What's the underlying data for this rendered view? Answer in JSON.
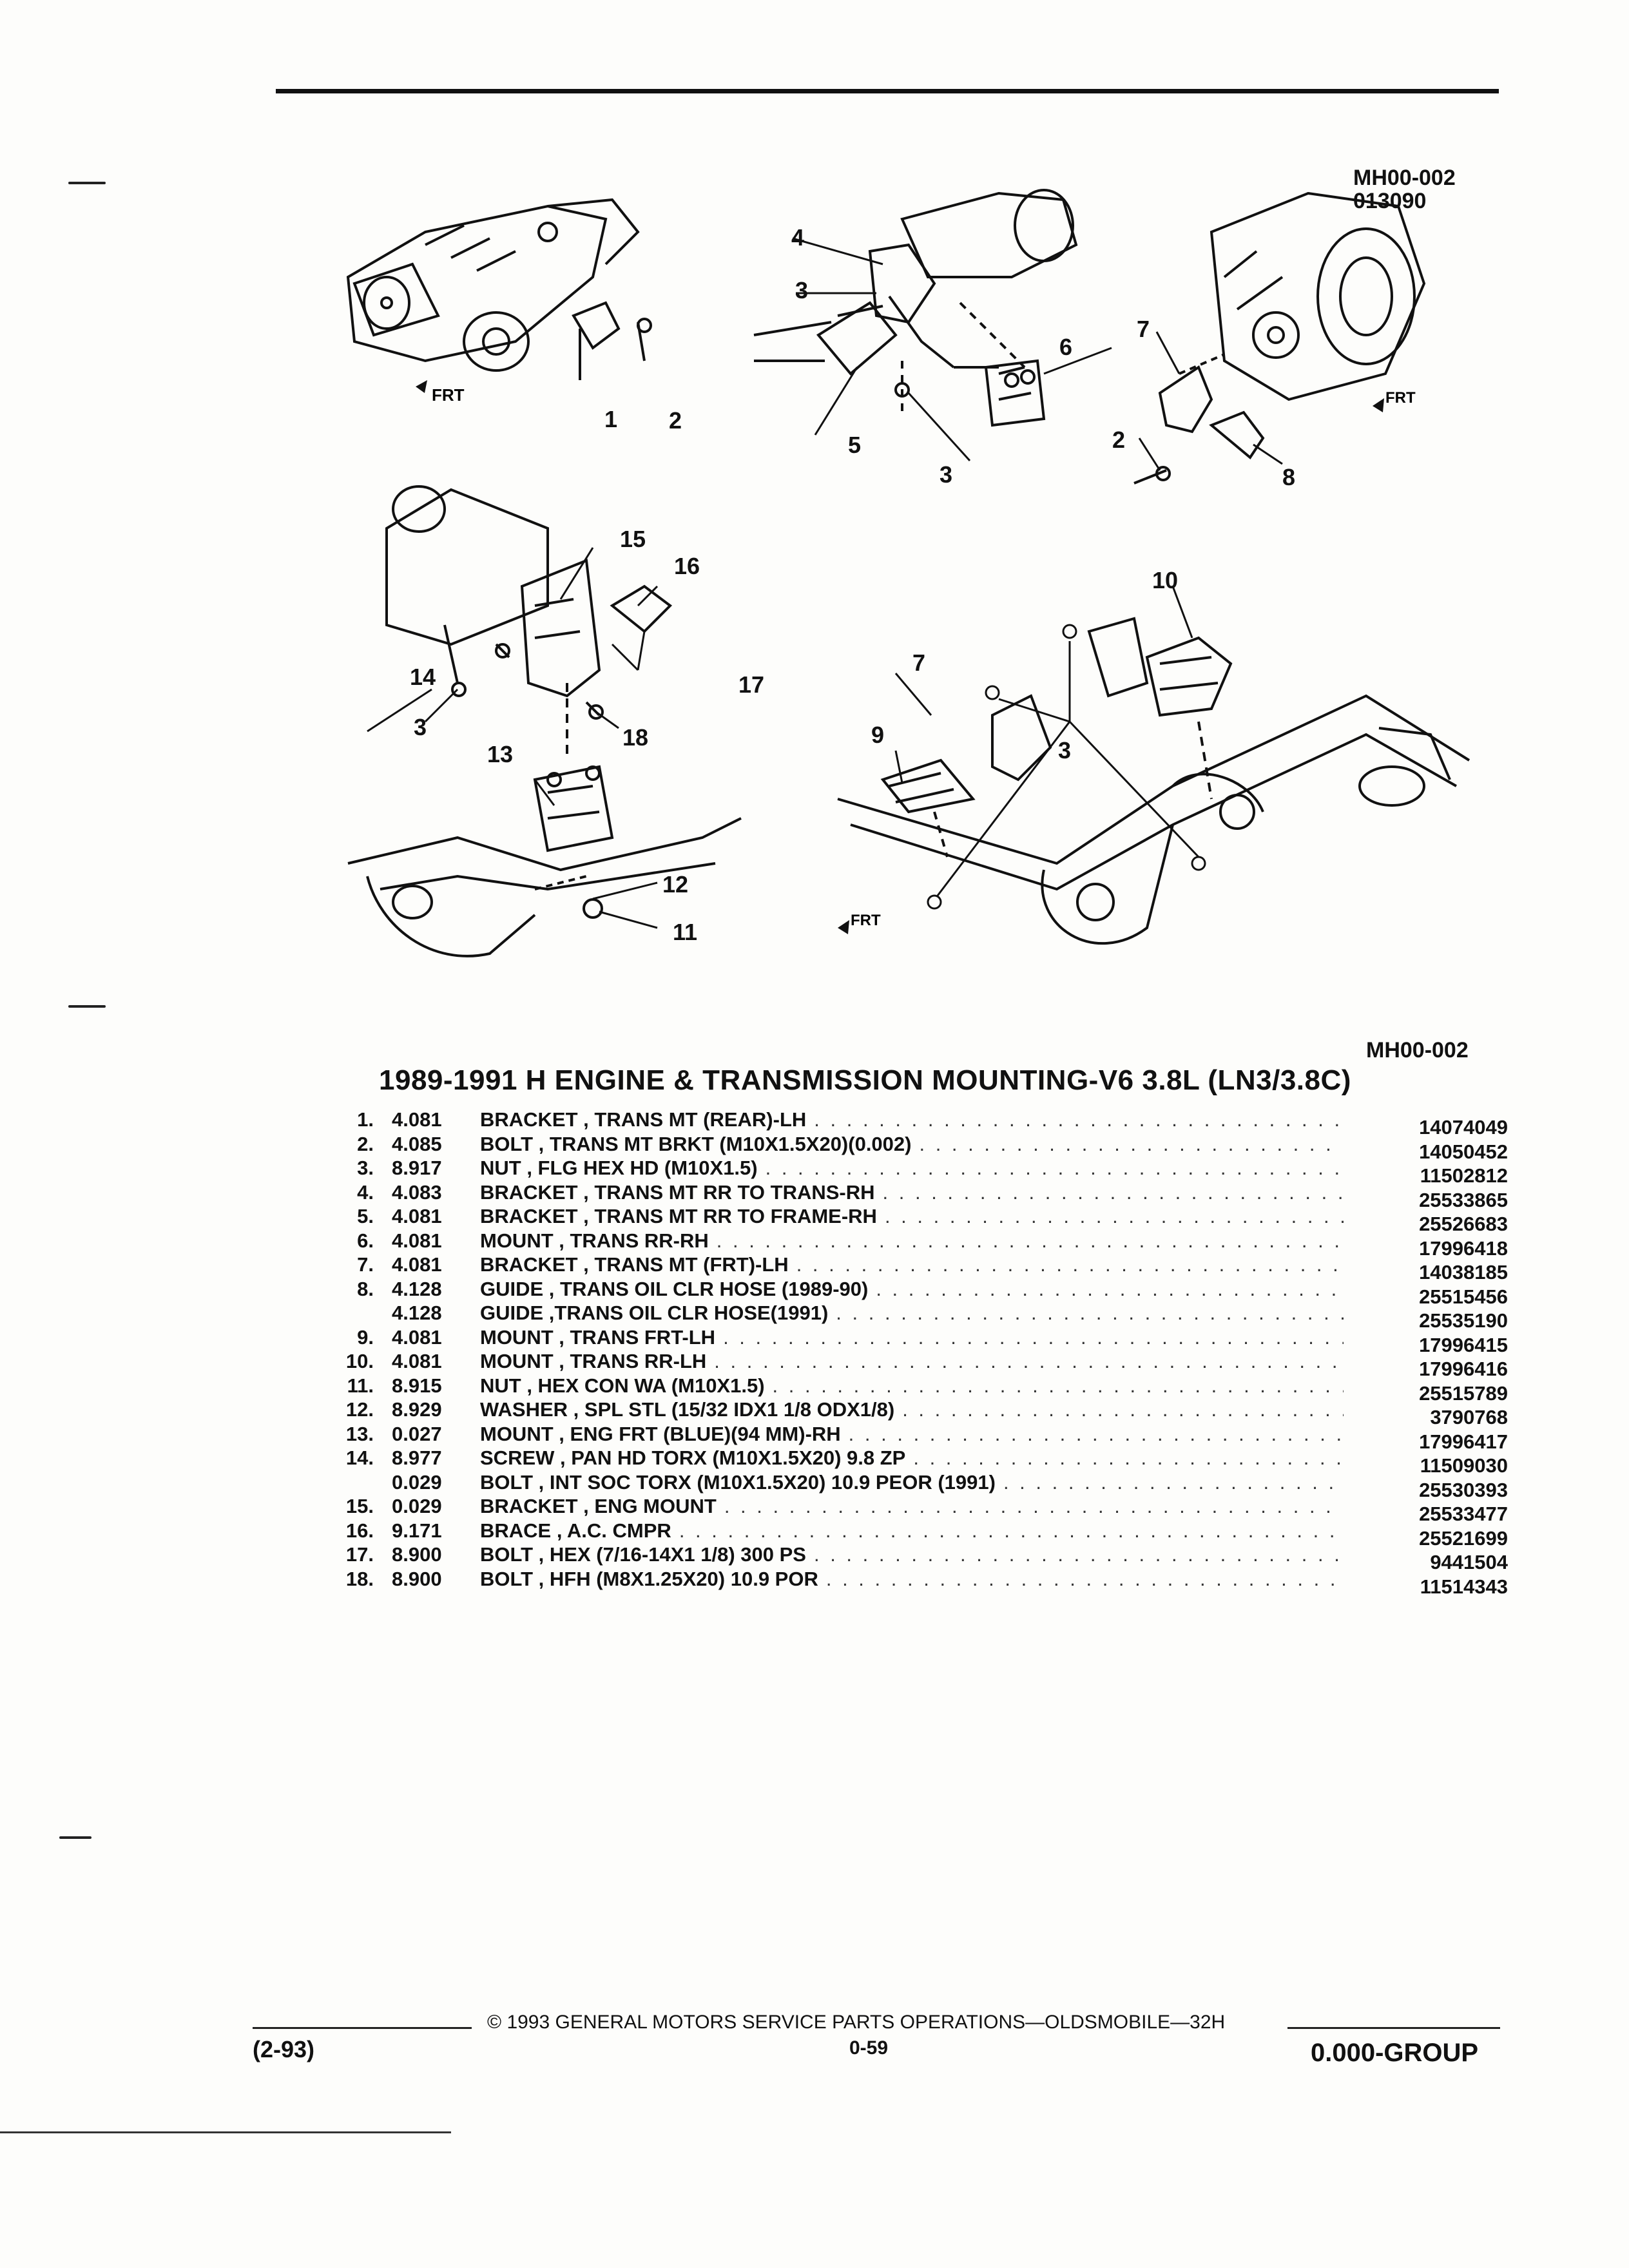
{
  "header": {
    "diagram_ref_line1": "MH00-002",
    "diagram_ref_line2": "013090",
    "diagram_ref_bottom": "MH00-002"
  },
  "diagrams": {
    "frt_label": "FRT",
    "top_left_callouts": [
      "1",
      "2"
    ],
    "top_middle_callouts": [
      "4",
      "3",
      "6",
      "5",
      "3"
    ],
    "top_right_callouts": [
      "7",
      "2",
      "8"
    ],
    "middle_left_callouts": [
      "15",
      "16",
      "14",
      "17",
      "3",
      "18",
      "13",
      "12",
      "11"
    ],
    "middle_right_callouts": [
      "10",
      "7",
      "9",
      "3"
    ]
  },
  "section": {
    "title": "1989-1991 H ENGINE & TRANSMISSION MOUNTING-V6 3.8L (LN3/3.8C)"
  },
  "parts": [
    {
      "num": "1.",
      "code": "4.081",
      "desc": "BRACKET , TRANS MT (REAR)-LH",
      "pn": "14074049"
    },
    {
      "num": "2.",
      "code": "4.085",
      "desc": "BOLT , TRANS MT BRKT (M10X1.5X20)(0.002)",
      "pn": "14050452"
    },
    {
      "num": "3.",
      "code": "8.917",
      "desc": "NUT , FLG HEX HD (M10X1.5)",
      "pn": "11502812"
    },
    {
      "num": "4.",
      "code": "4.083",
      "desc": "BRACKET , TRANS MT RR TO TRANS-RH",
      "pn": "25533865"
    },
    {
      "num": "5.",
      "code": "4.081",
      "desc": "BRACKET , TRANS MT RR TO FRAME-RH",
      "pn": "25526683"
    },
    {
      "num": "6.",
      "code": "4.081",
      "desc": "MOUNT , TRANS RR-RH",
      "pn": "17996418"
    },
    {
      "num": "7.",
      "code": "4.081",
      "desc": "BRACKET , TRANS MT (FRT)-LH",
      "pn": "14038185"
    },
    {
      "num": "8.",
      "code": "4.128",
      "desc": "GUIDE , TRANS OIL CLR HOSE (1989-90)",
      "pn": "25515456"
    },
    {
      "num": "",
      "code": "4.128",
      "desc": "GUIDE ,TRANS OIL CLR HOSE(1991)",
      "pn": "25535190"
    },
    {
      "num": "9.",
      "code": "4.081",
      "desc": "MOUNT , TRANS FRT-LH",
      "pn": "17996415"
    },
    {
      "num": "10.",
      "code": "4.081",
      "desc": "MOUNT , TRANS RR-LH",
      "pn": "17996416"
    },
    {
      "num": "11.",
      "code": "8.915",
      "desc": "NUT , HEX CON WA (M10X1.5)",
      "pn": "25515789"
    },
    {
      "num": "12.",
      "code": "8.929",
      "desc": "WASHER , SPL STL (15/32 IDX1 1/8 ODX1/8)",
      "pn": "3790768"
    },
    {
      "num": "13.",
      "code": "0.027",
      "desc": "MOUNT , ENG FRT (BLUE)(94 MM)-RH",
      "pn": "17996417"
    },
    {
      "num": "14.",
      "code": "8.977",
      "desc": "SCREW , PAN HD TORX (M10X1.5X20) 9.8 ZP",
      "pn": "11509030"
    },
    {
      "num": "",
      "code": "0.029",
      "desc": "BOLT , INT SOC TORX (M10X1.5X20) 10.9 PEOR (1991)",
      "pn": "25530393"
    },
    {
      "num": "15.",
      "code": "0.029",
      "desc": "BRACKET , ENG MOUNT",
      "pn": "25533477"
    },
    {
      "num": "16.",
      "code": "9.171",
      "desc": "BRACE , A.C. CMPR",
      "pn": "25521699"
    },
    {
      "num": "17.",
      "code": "8.900",
      "desc": "BOLT , HEX (7/16-14X1 1/8) 300 PS",
      "pn": "9441504"
    },
    {
      "num": "18.",
      "code": "8.900",
      "desc": "BOLT , HFH (M8X1.25X20) 10.9 POR",
      "pn": "11514343"
    }
  ],
  "footer": {
    "date_code": "(2-93)",
    "copyright": "© 1993 GENERAL MOTORS SERVICE PARTS OPERATIONS—OLDSMOBILE—32H",
    "page": "0-59",
    "group": "0.000-GROUP"
  }
}
